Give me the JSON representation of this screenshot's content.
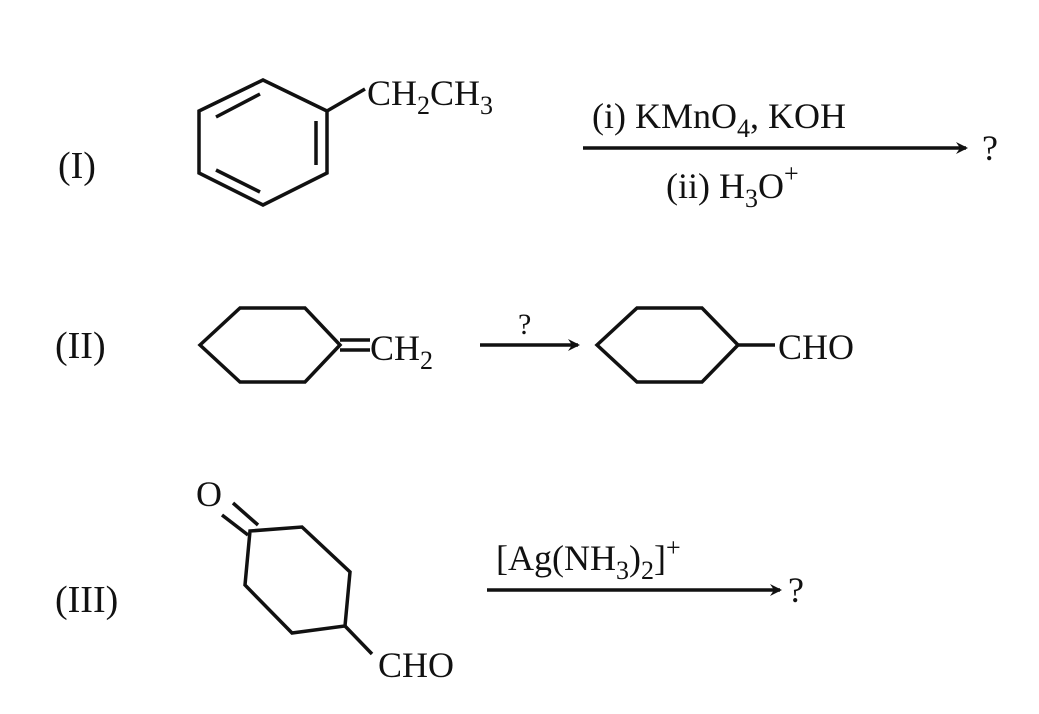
{
  "reactions": [
    {
      "label": "(I)",
      "substituent": {
        "main1": "CH",
        "sub1": "2",
        "main2": "CH",
        "sub2": "3"
      },
      "reagent_top": {
        "a": "(i) KMnO",
        "sub": "4",
        "b": ", KOH"
      },
      "reagent_bottom": {
        "a": "(ii) H",
        "sub": "3",
        "b": "O",
        "sup": "+"
      },
      "product": "?"
    },
    {
      "label": "(II)",
      "substituent": {
        "main": "CH",
        "sub": "2"
      },
      "reagent": "?",
      "product_group": "CHO"
    },
    {
      "label": "(III)",
      "oxygen": "O",
      "substituent": "CHO",
      "reagent": {
        "a": "[Ag(NH",
        "sub1": "3",
        "b": ")",
        "sub2": "2",
        "c": "]",
        "sup": "+"
      },
      "product": "?"
    }
  ]
}
